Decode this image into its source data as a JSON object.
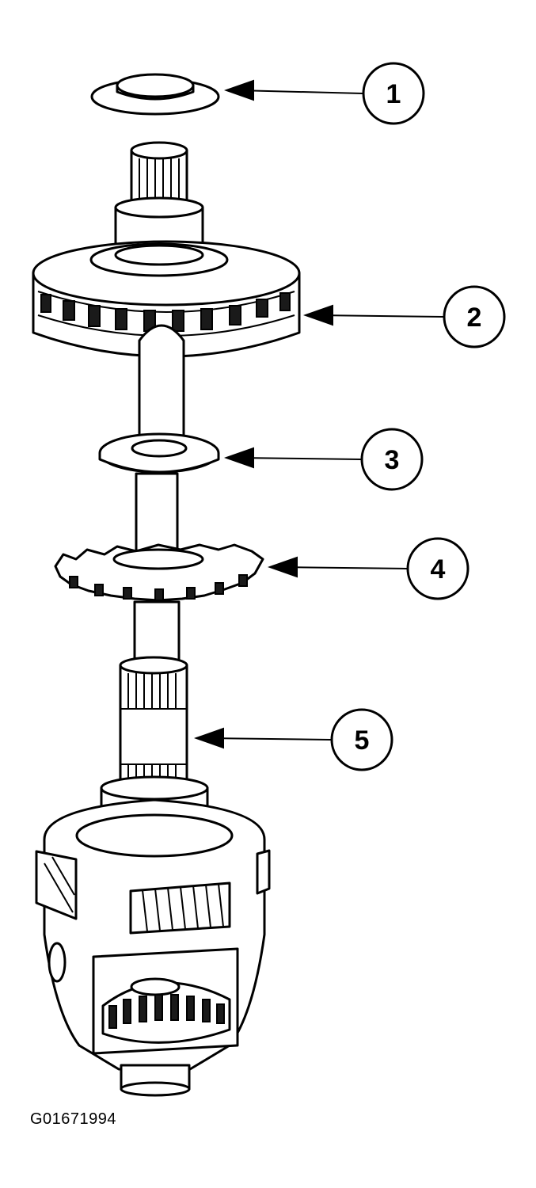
{
  "callouts": [
    {
      "label": "1"
    },
    {
      "label": "2"
    },
    {
      "label": "3"
    },
    {
      "label": "4"
    },
    {
      "label": "5"
    }
  ],
  "figure_code": "G01671994",
  "colors": {
    "ink": "#000000",
    "paper": "#ffffff"
  }
}
